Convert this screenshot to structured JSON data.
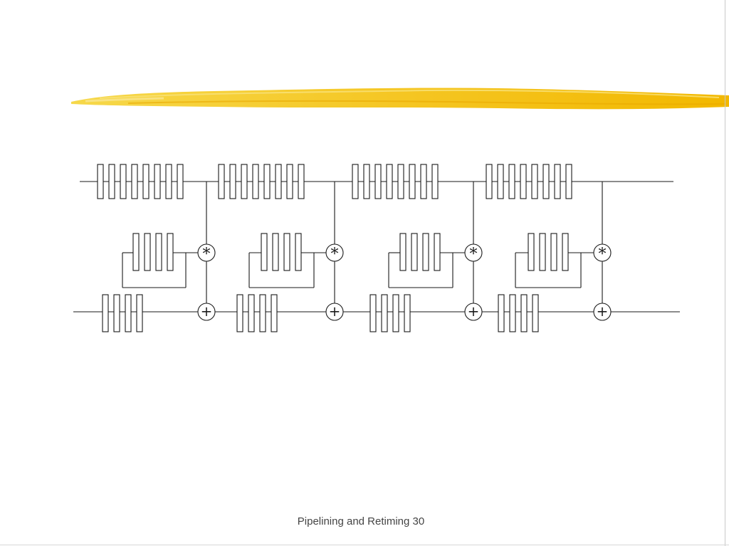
{
  "slide": {
    "footer": "Pipelining and Retiming 30",
    "accent_color": "#f6c200"
  },
  "diagram": {
    "description_free": true,
    "stages": [
      {
        "top_registers": 8,
        "feedback_registers": 4,
        "bottom_registers": 4,
        "multiply_symbol": "*",
        "add_symbol": "+"
      },
      {
        "top_registers": 8,
        "feedback_registers": 4,
        "bottom_registers": 4,
        "multiply_symbol": "*",
        "add_symbol": "+"
      },
      {
        "top_registers": 8,
        "feedback_registers": 4,
        "bottom_registers": 4,
        "multiply_symbol": "*",
        "add_symbol": "+"
      },
      {
        "top_registers": 8,
        "feedback_registers": 4,
        "bottom_registers": 4,
        "multiply_symbol": "*",
        "add_symbol": "+"
      }
    ]
  }
}
